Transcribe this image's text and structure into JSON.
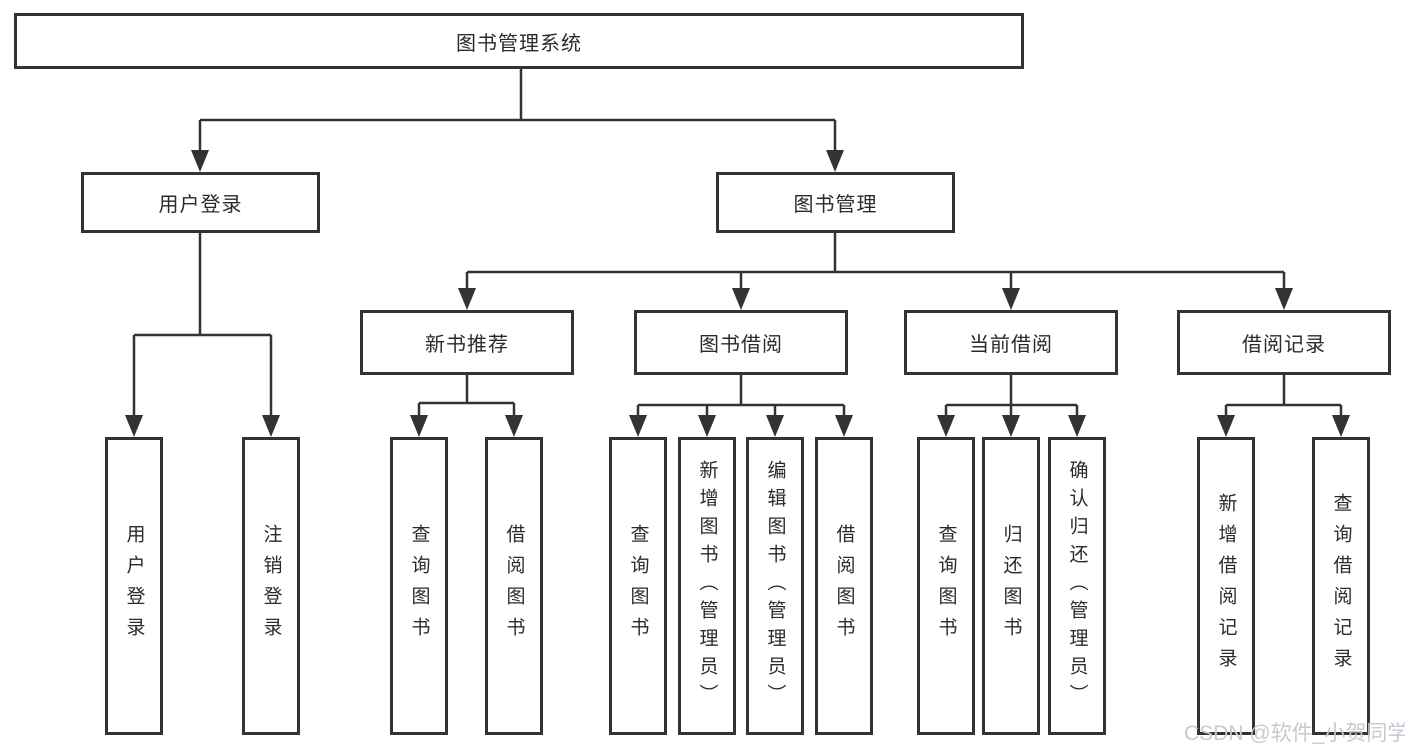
{
  "colors": {
    "line": "#333333",
    "text": "#2b2b2b",
    "watermark": "#c8c9d2"
  },
  "tree": {
    "root": {
      "label": "图书管理系统"
    },
    "branches": [
      {
        "label": "用户登录",
        "children": [
          {
            "label": "用户登录"
          },
          {
            "label": "注销登录"
          }
        ]
      },
      {
        "label": "图书管理",
        "groups": [
          {
            "label": "新书推荐",
            "children": [
              {
                "label": "查询图书"
              },
              {
                "label": "借阅图书"
              }
            ]
          },
          {
            "label": "图书借阅",
            "children": [
              {
                "label": "查询图书"
              },
              {
                "label": "新增图书（管理员）"
              },
              {
                "label": "编辑图书（管理员）"
              },
              {
                "label": "借阅图书"
              }
            ]
          },
          {
            "label": "当前借阅",
            "children": [
              {
                "label": "查询图书"
              },
              {
                "label": "归还图书"
              },
              {
                "label": "确认归还（管理员）"
              }
            ]
          },
          {
            "label": "借阅记录",
            "children": [
              {
                "label": "新增借阅记录"
              },
              {
                "label": "查询借阅记录"
              }
            ]
          }
        ]
      }
    ]
  },
  "watermark": {
    "text": "CSDN @软件_小贺同学"
  }
}
